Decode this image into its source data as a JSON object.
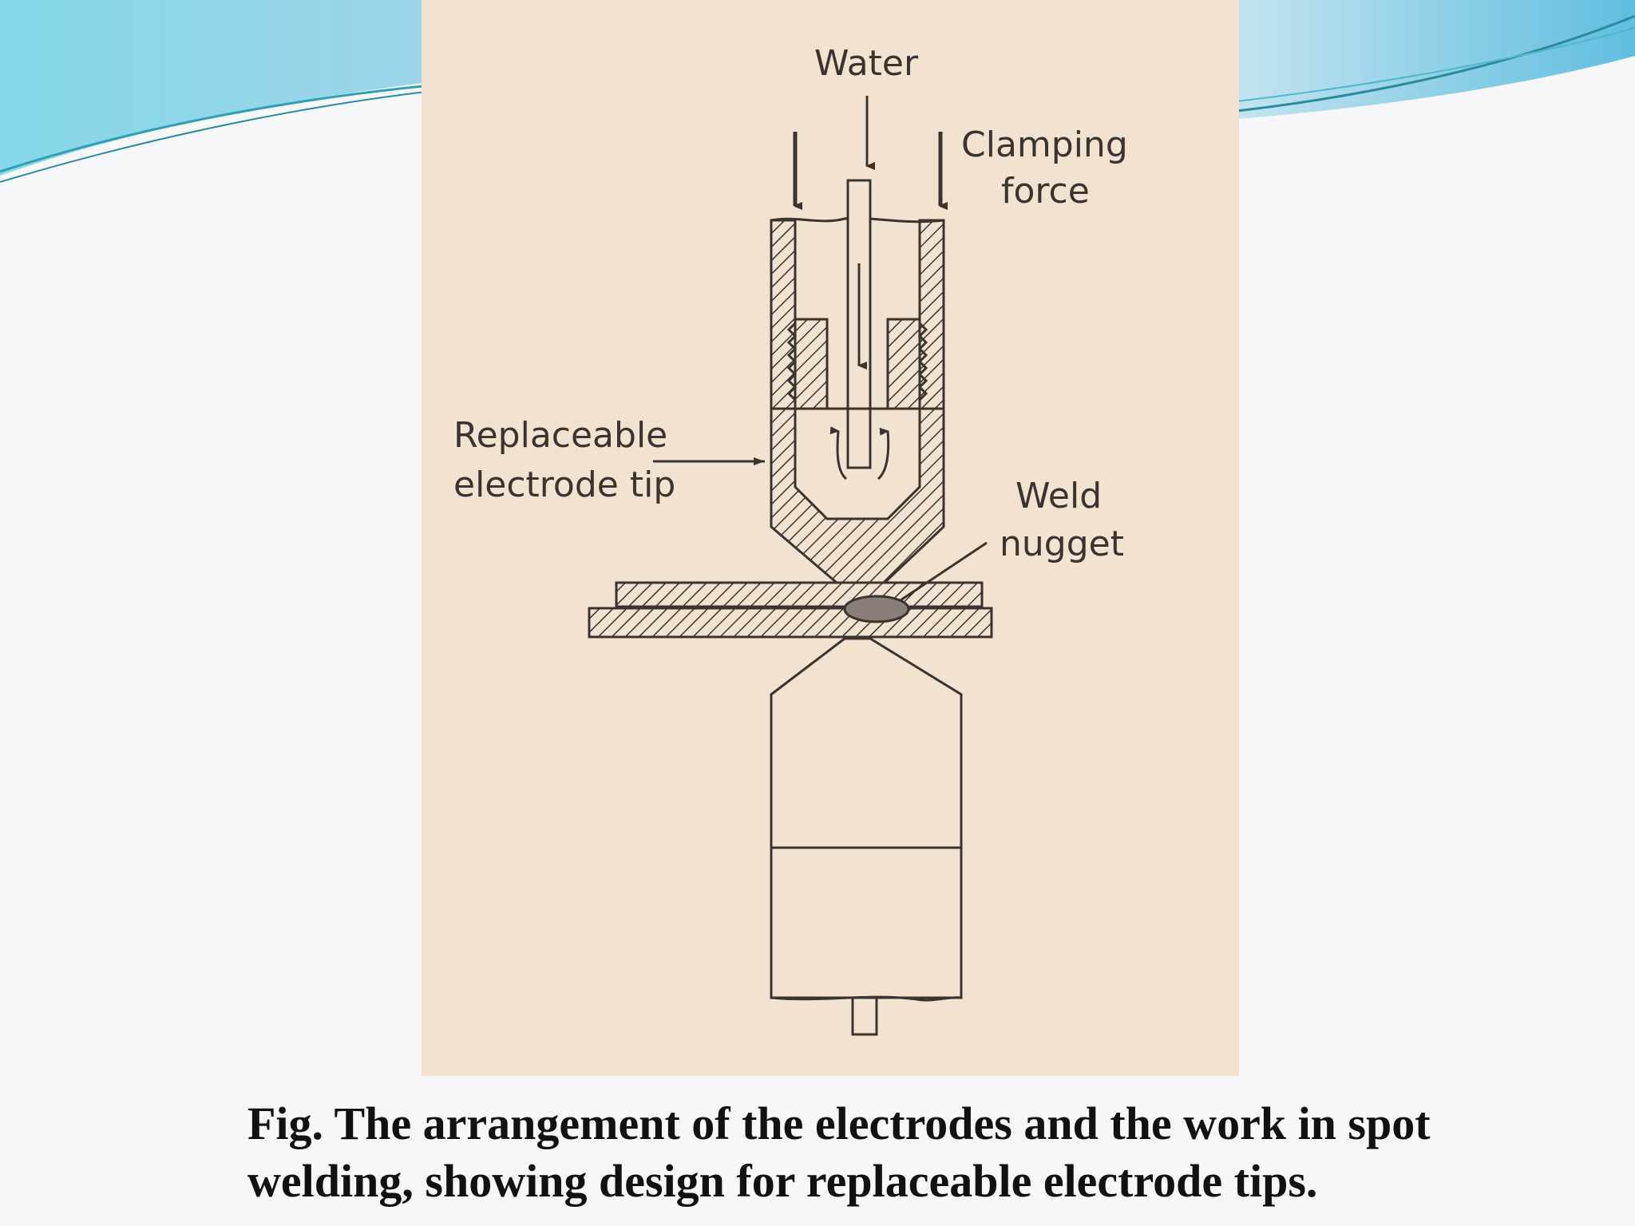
{
  "diagram": {
    "labels": {
      "water": "Water",
      "clamping_line1": "Clamping",
      "clamping_line2": "force",
      "tip_line1": "Replaceable",
      "tip_line2": "electrode tip",
      "weld_line1": "Weld",
      "weld_line2": "nugget"
    }
  },
  "caption": {
    "line1": "Fig. The arrangement of the electrodes and the work in spot",
    "line2": "welding, showing design for replaceable electrode tips."
  },
  "colors": {
    "panel_background": "#f2e3d1",
    "wave_accent": "#5cc6dd",
    "ink": "#3a3330"
  }
}
